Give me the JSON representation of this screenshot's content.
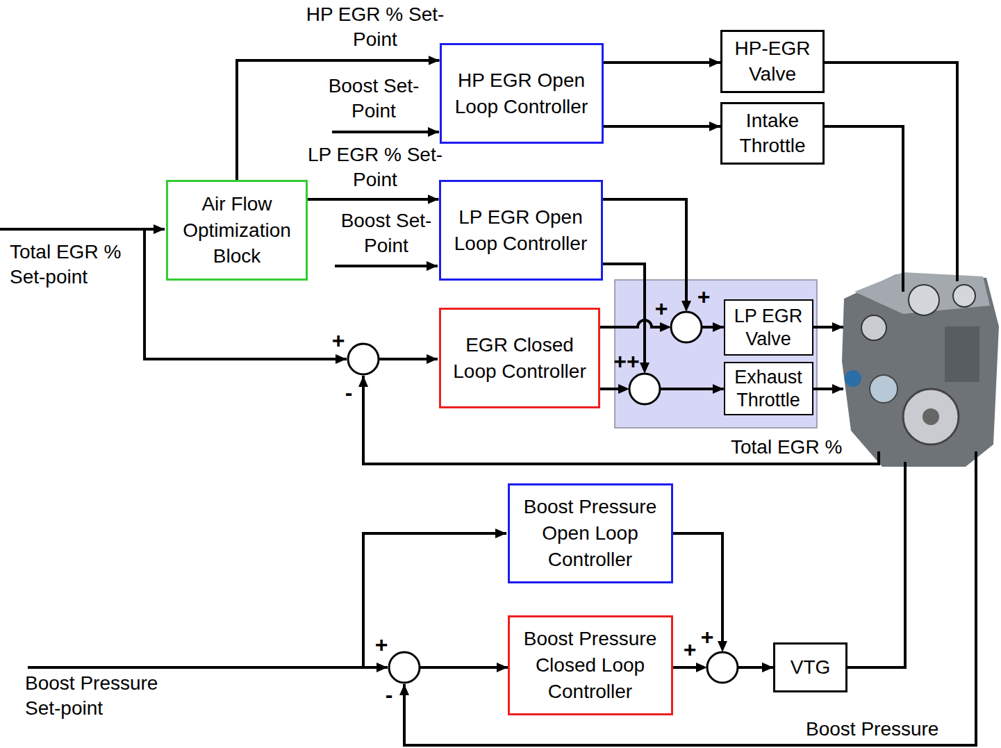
{
  "diagram": {
    "nodes": [
      {
        "text": [
          "Air Flow Optimization Block"
        ]
      },
      {
        "text": [
          "HP EGR Open Loop Controller"
        ]
      },
      {
        "text": [
          "HP-EGR Valve"
        ]
      },
      {
        "text": [
          "Intake Throttle"
        ]
      },
      {
        "text": [
          "LP EGR Open Loop Controller"
        ]
      },
      {
        "text": [
          "EGR Closed Loop Controller"
        ]
      },
      {
        "text": [
          "LP EGR Valve"
        ]
      },
      {
        "text": [
          "Exhaust Throttle"
        ]
      },
      {
        "text": [
          "Boost Pressure Open Loop Controller"
        ]
      },
      {
        "text": [
          "Boost Pressure Closed Loop Controller"
        ]
      },
      {
        "text": [
          "VTG"
        ]
      }
    ],
    "edges": [
      {
        "from": 0,
        "to": 1,
        "arrow": "to",
        "label": "HP EGR % Set-Point"
      },
      {
        "from": 0,
        "to": 4,
        "arrow": "to",
        "label": "LP EGR % Set-Point"
      },
      {
        "from": 1,
        "to": 2,
        "arrow": "to"
      },
      {
        "from": 1,
        "to": 3,
        "arrow": "to"
      },
      {
        "from": 4,
        "to": 6,
        "arrow": "to"
      },
      {
        "from": 5,
        "to": 6,
        "arrow": "to"
      },
      {
        "from": 4,
        "to": 7,
        "arrow": "to"
      },
      {
        "from": 5,
        "to": 7,
        "arrow": "to"
      },
      {
        "from": 8,
        "to": 10,
        "arrow": "to"
      },
      {
        "from": 9,
        "to": 10,
        "arrow": "to"
      }
    ],
    "labels": [
      "Total EGR % Set-point",
      "Boost Set-Point",
      "Boost Set-Point",
      "Total EGR %",
      "Boost Pressure",
      "Boost Pressure Set-point",
      "+",
      "-",
      "+",
      "+",
      "++",
      "+",
      "-",
      "+",
      "+"
    ]
  }
}
